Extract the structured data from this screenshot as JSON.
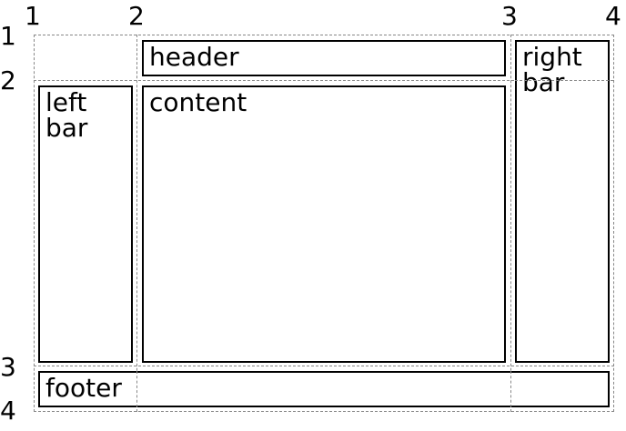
{
  "grid": {
    "column_line_numbers": [
      "1",
      "2",
      "3",
      "4"
    ],
    "row_line_numbers": [
      "1",
      "2",
      "3",
      "4"
    ]
  },
  "areas": {
    "header": "header",
    "left_bar": "left bar",
    "content": "content",
    "right_bar": "right bar",
    "footer": "footer"
  },
  "colors": {
    "border": "#000000",
    "grid_line": "#888888",
    "background": "#ffffff"
  }
}
